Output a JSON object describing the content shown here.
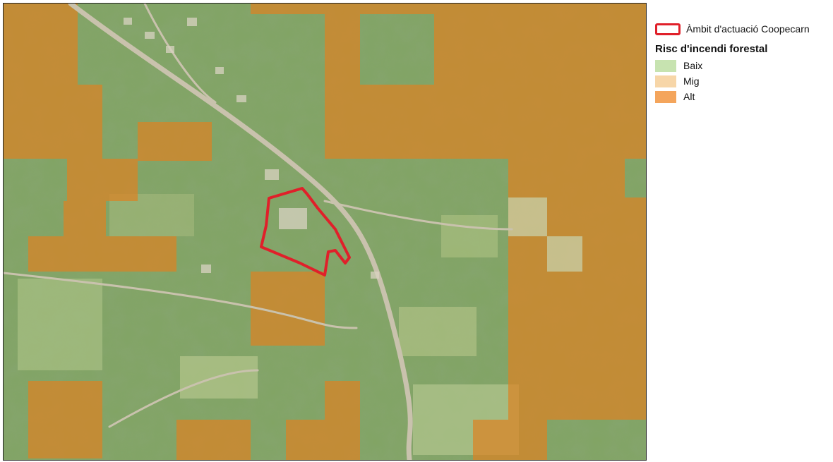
{
  "legend": {
    "boundary_label": "Àmbit d'actuació Coopecarn",
    "title": "Risc d'incendi forestal",
    "classes": [
      {
        "label": "Baix",
        "color": "#c7e3b0"
      },
      {
        "label": "Mig",
        "color": "#f7d6a8"
      },
      {
        "label": "Alt",
        "color": "#f4a55c"
      }
    ]
  },
  "colors": {
    "boundary": "#e0202a",
    "low_overlay": "#a9d08e",
    "mid_overlay": "#f2c9a0",
    "high_overlay": "#e8720c"
  }
}
